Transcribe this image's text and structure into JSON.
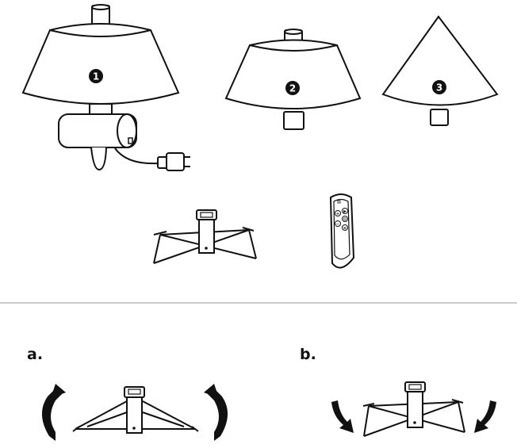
{
  "parts": [
    {
      "number": "1"
    },
    {
      "number": "2"
    },
    {
      "number": "3"
    }
  ],
  "remote": {
    "buttons": [
      "+",
      "▶",
      "−",
      "⏻",
      "≡"
    ]
  },
  "steps": [
    {
      "label": "a."
    },
    {
      "label": "b."
    }
  ],
  "colors": {
    "ink": "#111111",
    "divider": "#999999",
    "background": "#ffffff"
  }
}
